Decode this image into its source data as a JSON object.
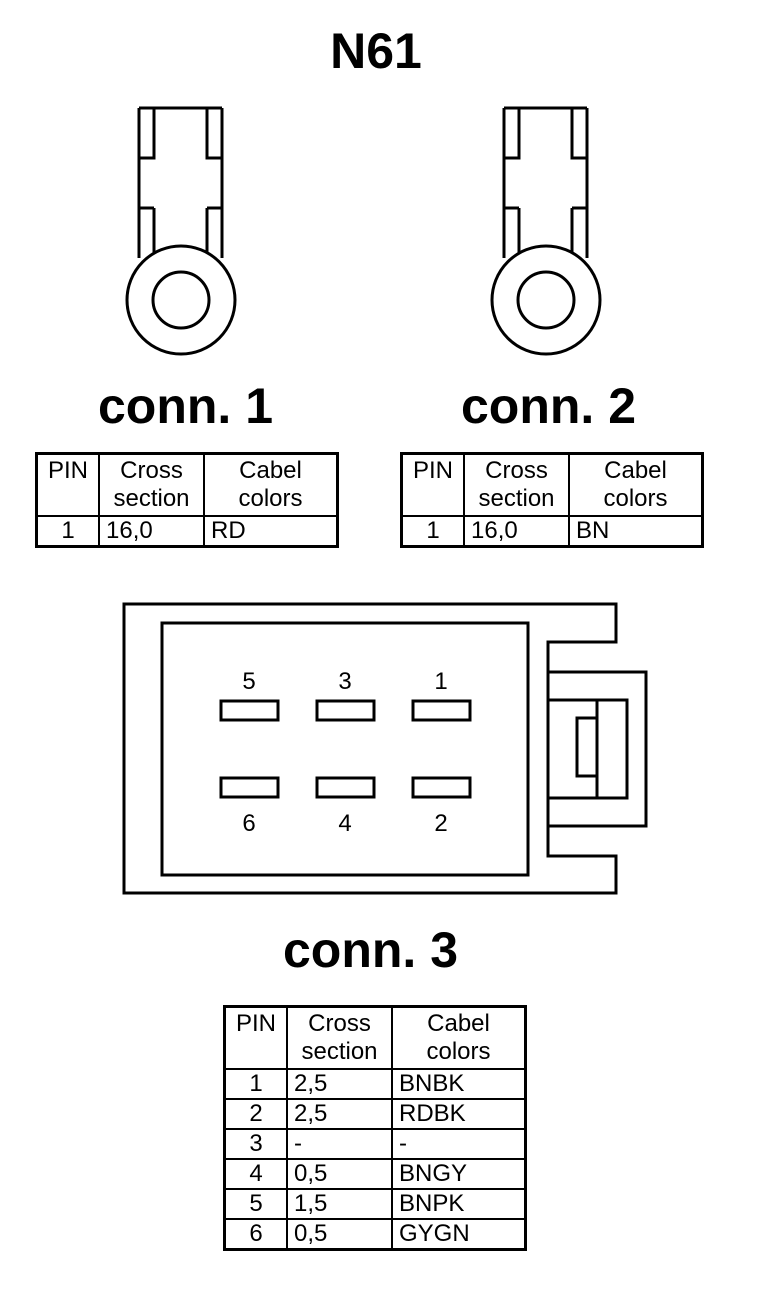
{
  "title": "N61",
  "conn1": {
    "label": "conn. 1",
    "headers": {
      "pin": "PIN",
      "cross_1": "Cross",
      "cross_2": "section",
      "cabel_1": "Cabel",
      "cabel_2": "colors"
    },
    "rows": [
      {
        "pin": "1",
        "cross": "16,0",
        "color": "RD"
      }
    ]
  },
  "conn2": {
    "label": "conn. 2",
    "headers": {
      "pin": "PIN",
      "cross_1": "Cross",
      "cross_2": "section",
      "cabel_1": "Cabel",
      "cabel_2": "colors"
    },
    "rows": [
      {
        "pin": "1",
        "cross": "16,0",
        "color": "BN"
      }
    ]
  },
  "conn3": {
    "label": "conn. 3",
    "pin_labels_top": [
      "5",
      "3",
      "1"
    ],
    "pin_labels_bottom": [
      "6",
      "4",
      "2"
    ],
    "headers": {
      "pin": "PIN",
      "cross_1": "Cross",
      "cross_2": "section",
      "cabel_1": "Cabel",
      "cabel_2": "colors"
    },
    "rows": [
      {
        "pin": "1",
        "cross": "2,5",
        "color": "BNBK"
      },
      {
        "pin": "2",
        "cross": "2,5",
        "color": "RDBK"
      },
      {
        "pin": "3",
        "cross": "-",
        "color": "-"
      },
      {
        "pin": "4",
        "cross": "0,5",
        "color": "BNGY"
      },
      {
        "pin": "5",
        "cross": "1,5",
        "color": "BNPK"
      },
      {
        "pin": "6",
        "cross": "0,5",
        "color": "GYGN"
      }
    ]
  }
}
